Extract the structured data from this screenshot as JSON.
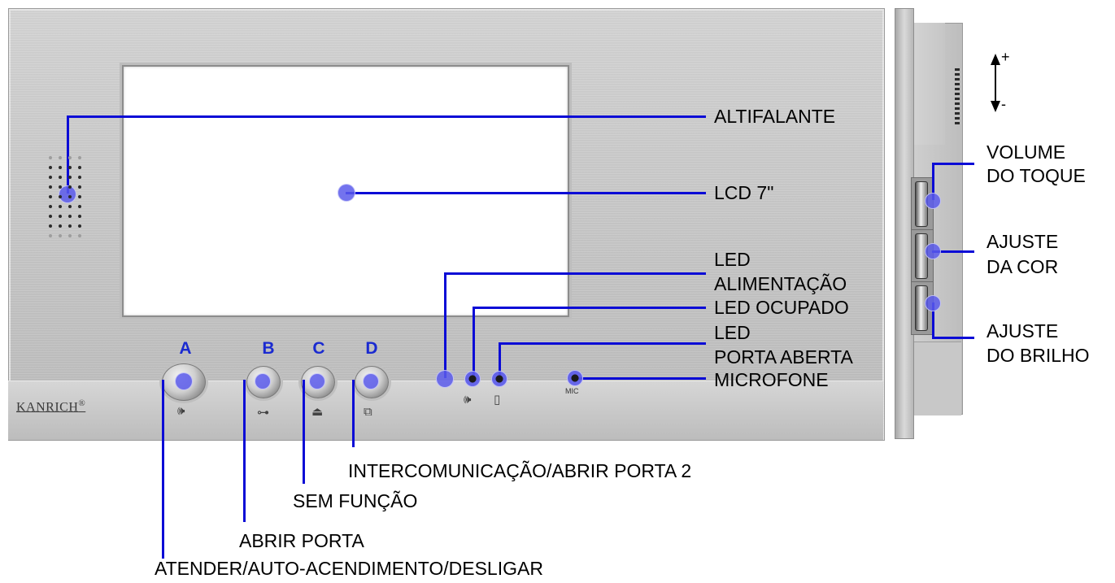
{
  "brand": "KANRICH",
  "brand_mark": "®",
  "mic_text": "MIC",
  "buttons": [
    {
      "letter": "A",
      "icon": "speaker-icon",
      "glyph": "🕪"
    },
    {
      "letter": "B",
      "icon": "key-icon",
      "glyph": "⊶"
    },
    {
      "letter": "C",
      "icon": "bell-icon",
      "glyph": "⏏"
    },
    {
      "letter": "D",
      "icon": "door-icon",
      "glyph": "⧉"
    }
  ],
  "indicator_icons": {
    "busy": "🕪",
    "door": "▯"
  },
  "labels": {
    "speaker": "ALTIFALANTE",
    "lcd": "LCD 7\"",
    "led_power_1": "LED",
    "led_power_2": "ALIMENTAÇÃO",
    "led_busy": "LED OCUPADO",
    "led_door_1": "LED",
    "led_door_2": "PORTA ABERTA",
    "microphone": "MICROFONE",
    "intercom": "INTERCOMUNICAÇÃO/ABRIR PORTA 2",
    "no_function": "SEM FUNÇÃO",
    "open_door": "ABRIR PORTA",
    "answer": "ATENDER/AUTO-ACENDIMENTO/DESLIGAR",
    "ring_volume_1": "VOLUME",
    "ring_volume_2": "DO TOQUE",
    "color_adjust_1": "AJUSTE",
    "color_adjust_2": "DA COR",
    "brightness_adjust_1": "AJUSTE",
    "brightness_adjust_2": "DO BRILHO"
  },
  "arrow_marks": {
    "plus": "+",
    "minus": "-"
  },
  "colors": {
    "callout_line": "#0b0bd6",
    "callout_dot": "#5a5aeb",
    "letter": "#1a2ad0",
    "panel": "#c4c4c4"
  }
}
